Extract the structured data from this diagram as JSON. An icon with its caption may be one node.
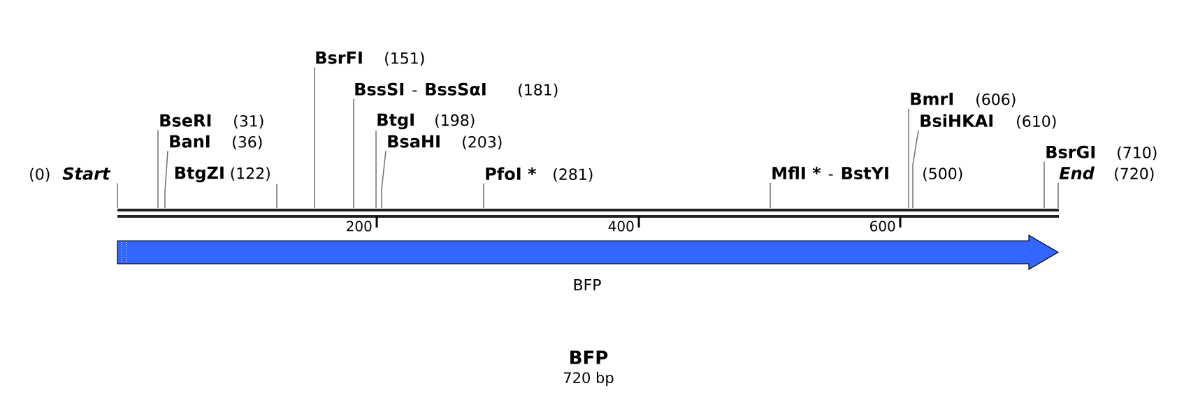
{
  "diagram": {
    "title": "BFP",
    "caption": "720 bp",
    "nodes": [
      {
        "text": [
          "Start"
        ],
        "beside": [
          "(0)"
        ]
      },
      {
        "text": [
          "BseRI"
        ],
        "beside": [
          "(31)"
        ]
      },
      {
        "text": [
          "BanI"
        ],
        "beside": [
          "(36)"
        ]
      },
      {
        "text": [
          "BtgZI"
        ],
        "beside": [
          "(122)"
        ]
      },
      {
        "text": [
          "BsrFI"
        ],
        "beside": [
          "(151)"
        ]
      },
      {
        "text": [
          "BssSI",
          "-",
          "BssSαI"
        ],
        "beside": [
          "(181)"
        ]
      },
      {
        "text": [
          "BtgI"
        ],
        "beside": [
          "(198)"
        ]
      },
      {
        "text": [
          "BsaHI"
        ],
        "beside": [
          "(203)"
        ]
      },
      {
        "text": [
          "PfoI *"
        ],
        "beside": [
          "(281)"
        ]
      },
      {
        "text": [
          "MflI *",
          "-",
          "BstYI"
        ],
        "beside": [
          "(500)"
        ]
      },
      {
        "text": [
          "BmrI"
        ],
        "beside": [
          "(606)"
        ]
      },
      {
        "text": [
          "BsiHKAI"
        ],
        "beside": [
          "(610)"
        ]
      },
      {
        "text": [
          "BsrGI"
        ],
        "beside": [
          "(710)"
        ]
      },
      {
        "text": [
          "End"
        ],
        "beside": [
          "(720)"
        ]
      },
      {
        "text": [],
        "shape": "bar"
      },
      {
        "text": [
          "BFP"
        ]
      }
    ],
    "edges": [
      {
        "from": 0,
        "to": 14,
        "arrow": "none"
      },
      {
        "from": 1,
        "to": 14,
        "arrow": "none"
      },
      {
        "from": 2,
        "to": 14,
        "arrow": "none"
      },
      {
        "from": 3,
        "to": 14,
        "arrow": "none"
      },
      {
        "from": 4,
        "to": 14,
        "arrow": "none"
      },
      {
        "from": 5,
        "to": 14,
        "arrow": "none"
      },
      {
        "from": 6,
        "to": 14,
        "arrow": "none"
      },
      {
        "from": 7,
        "to": 14,
        "arrow": "none"
      },
      {
        "from": 8,
        "to": 14,
        "arrow": "none"
      },
      {
        "from": 9,
        "to": 14,
        "arrow": "none"
      },
      {
        "from": 10,
        "to": 14,
        "arrow": "none"
      },
      {
        "from": 11,
        "to": 14,
        "arrow": "none"
      },
      {
        "from": 12,
        "to": 14,
        "arrow": "none"
      },
      {
        "from": 13,
        "to": 14,
        "arrow": "none"
      }
    ],
    "labels": [
      "200",
      "400",
      "600"
    ]
  }
}
